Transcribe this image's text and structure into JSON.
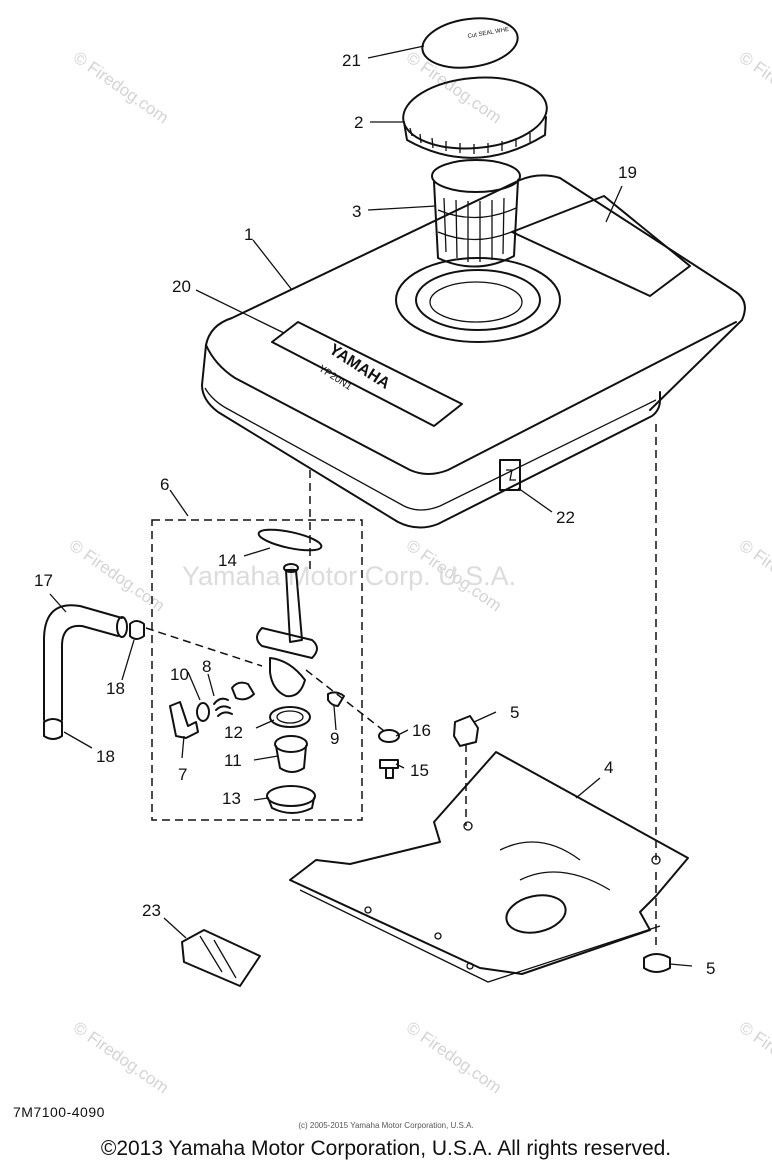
{
  "diagram": {
    "callouts": [
      {
        "id": "21",
        "label": "21"
      },
      {
        "id": "2",
        "label": "2"
      },
      {
        "id": "3",
        "label": "3"
      },
      {
        "id": "1",
        "label": "1"
      },
      {
        "id": "19",
        "label": "19"
      },
      {
        "id": "20",
        "label": "20"
      },
      {
        "id": "6",
        "label": "6"
      },
      {
        "id": "22",
        "label": "22"
      },
      {
        "id": "14",
        "label": "14"
      },
      {
        "id": "17",
        "label": "17"
      },
      {
        "id": "18a",
        "label": "18"
      },
      {
        "id": "10",
        "label": "10"
      },
      {
        "id": "8",
        "label": "8"
      },
      {
        "id": "5a",
        "label": "5"
      },
      {
        "id": "16",
        "label": "16"
      },
      {
        "id": "12",
        "label": "12"
      },
      {
        "id": "9",
        "label": "9"
      },
      {
        "id": "15",
        "label": "15"
      },
      {
        "id": "18b",
        "label": "18"
      },
      {
        "id": "7",
        "label": "7"
      },
      {
        "id": "11",
        "label": "11"
      },
      {
        "id": "4",
        "label": "4"
      },
      {
        "id": "13",
        "label": "13"
      },
      {
        "id": "23",
        "label": "23"
      },
      {
        "id": "5b",
        "label": "5"
      }
    ],
    "tank_emblem": "YAMAHA",
    "tank_model": "YP20N1",
    "cap_stamp": "Cut SEAL WHE",
    "drawing_code": "7M7100-4090"
  },
  "watermark": {
    "site": "© Firedog.com",
    "center": "Yamaha Motor Corp. U.S.A."
  },
  "small_copyright": "(c) 2005-2015 Yamaha Motor Corporation, U.S.A.",
  "footer": "©2013 Yamaha Motor Corporation, U.S.A. All rights reserved."
}
